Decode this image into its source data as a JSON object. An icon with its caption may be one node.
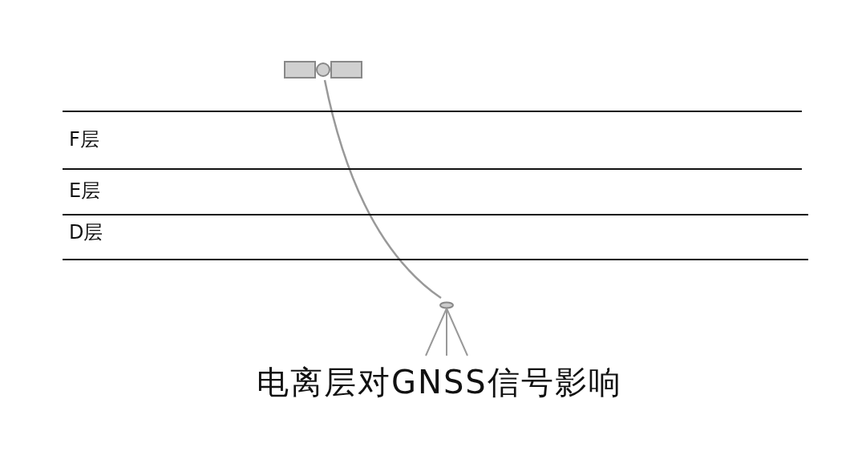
{
  "diagram": {
    "caption": "电离层对GNSS信号影响",
    "nodes": [
      {
        "text": [],
        "shape": "satellite"
      },
      {
        "text": [],
        "shape": "antenna"
      }
    ],
    "edges": [
      {
        "from": 0,
        "to": 1,
        "arrow": "none"
      }
    ],
    "labels": [
      "F层",
      "E层",
      "D层"
    ]
  }
}
